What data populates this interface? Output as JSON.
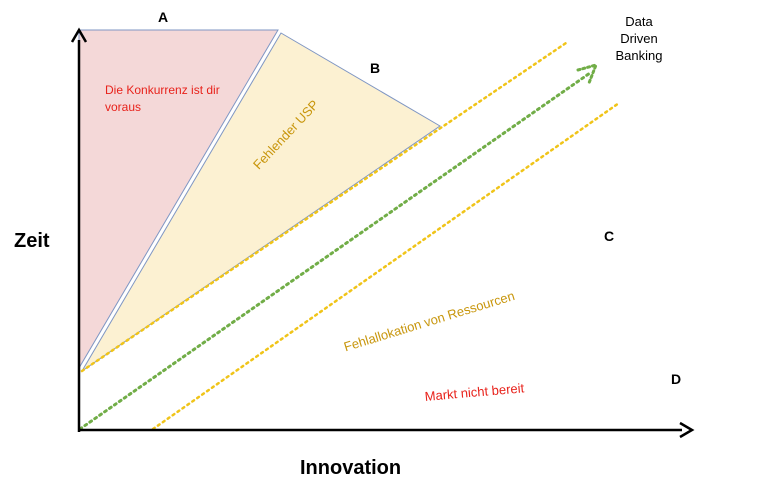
{
  "axes": {
    "x_label": "Innovation",
    "y_label": "Zeit"
  },
  "zones": {
    "a": "A",
    "b": "B",
    "c": "C",
    "d": "D"
  },
  "target_label": "Data\nDriven\nBanking",
  "annotations": {
    "competition": "Die Konkurrenz ist dir voraus",
    "missing_usp": "Fehlender USP",
    "misallocation": "Fehlallokation von Ressourcen",
    "market_not_ready": "Markt nicht bereit"
  },
  "colors": {
    "zone_a_fill": "#f4d8d8",
    "zone_b_fill": "#fcf1d2",
    "triangle_stroke": "#7f96c3",
    "dotted_yellow": "#f0c419",
    "dotted_green": "#71ad47",
    "axis": "#000000",
    "red_text": "#e8221b",
    "gold_text": "#c8960c"
  },
  "icons": {
    "y_axis_arrow": "arrow-up-icon",
    "x_axis_arrow": "arrow-right-icon",
    "path_arrow": "dotted-arrow-icon"
  }
}
